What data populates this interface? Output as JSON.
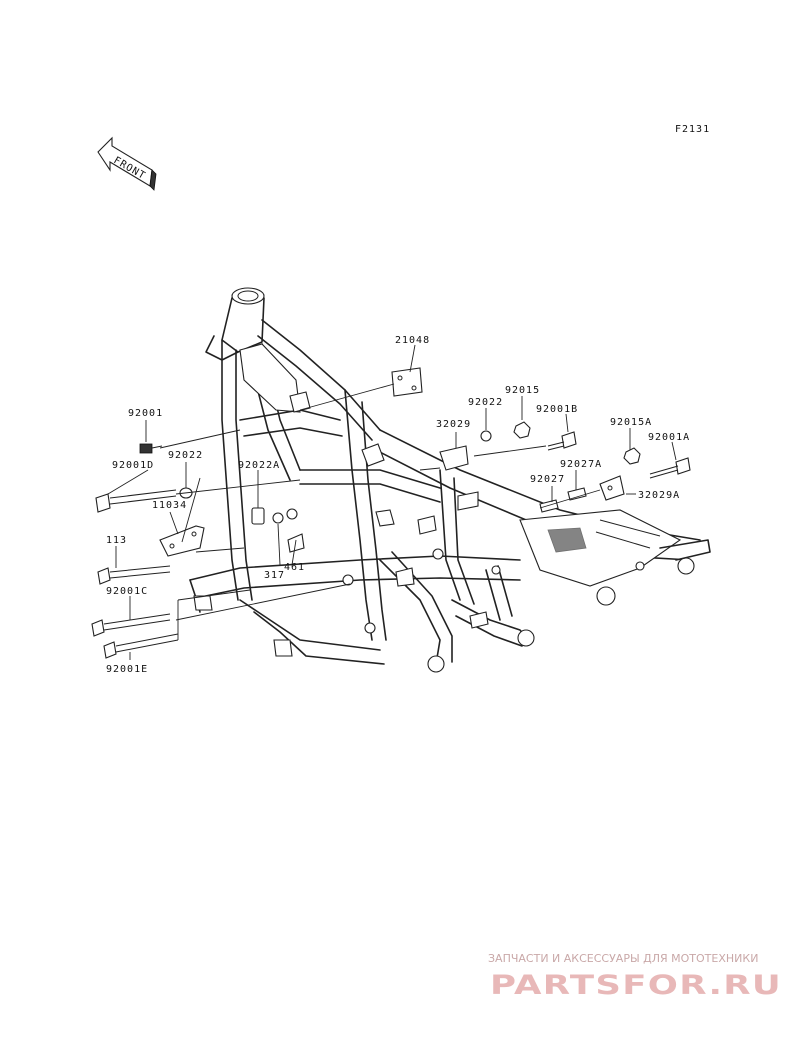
{
  "figure_code": "F2131",
  "front_arrow": {
    "label": "FRONT",
    "icon": "front-arrow-icon"
  },
  "callouts": [
    {
      "id": "21048",
      "text": "21048"
    },
    {
      "id": "92015",
      "text": "92015"
    },
    {
      "id": "92022_r",
      "text": "92022"
    },
    {
      "id": "92001B",
      "text": "92001B"
    },
    {
      "id": "32029",
      "text": "32029"
    },
    {
      "id": "92015A",
      "text": "92015A"
    },
    {
      "id": "92001A",
      "text": "92001A"
    },
    {
      "id": "92027A",
      "text": "92027A"
    },
    {
      "id": "92027",
      "text": "92027"
    },
    {
      "id": "32029A",
      "text": "32029A"
    },
    {
      "id": "92001",
      "text": "92001"
    },
    {
      "id": "92001D",
      "text": "92001D"
    },
    {
      "id": "92022_l",
      "text": "92022"
    },
    {
      "id": "92022A",
      "text": "92022A"
    },
    {
      "id": "11034",
      "text": "11034"
    },
    {
      "id": "113",
      "text": "113"
    },
    {
      "id": "317",
      "text": "317"
    },
    {
      "id": "461",
      "text": "461"
    },
    {
      "id": "92001C",
      "text": "92001C"
    },
    {
      "id": "92001E",
      "text": "92001E"
    }
  ],
  "watermark": {
    "tagline": "ЗАПЧАСТИ И АКСЕССУАРЫ ДЛЯ МОТОТЕХНИКИ",
    "brand": "PARTSFOR.RU",
    "color": "#e8b8b8"
  }
}
